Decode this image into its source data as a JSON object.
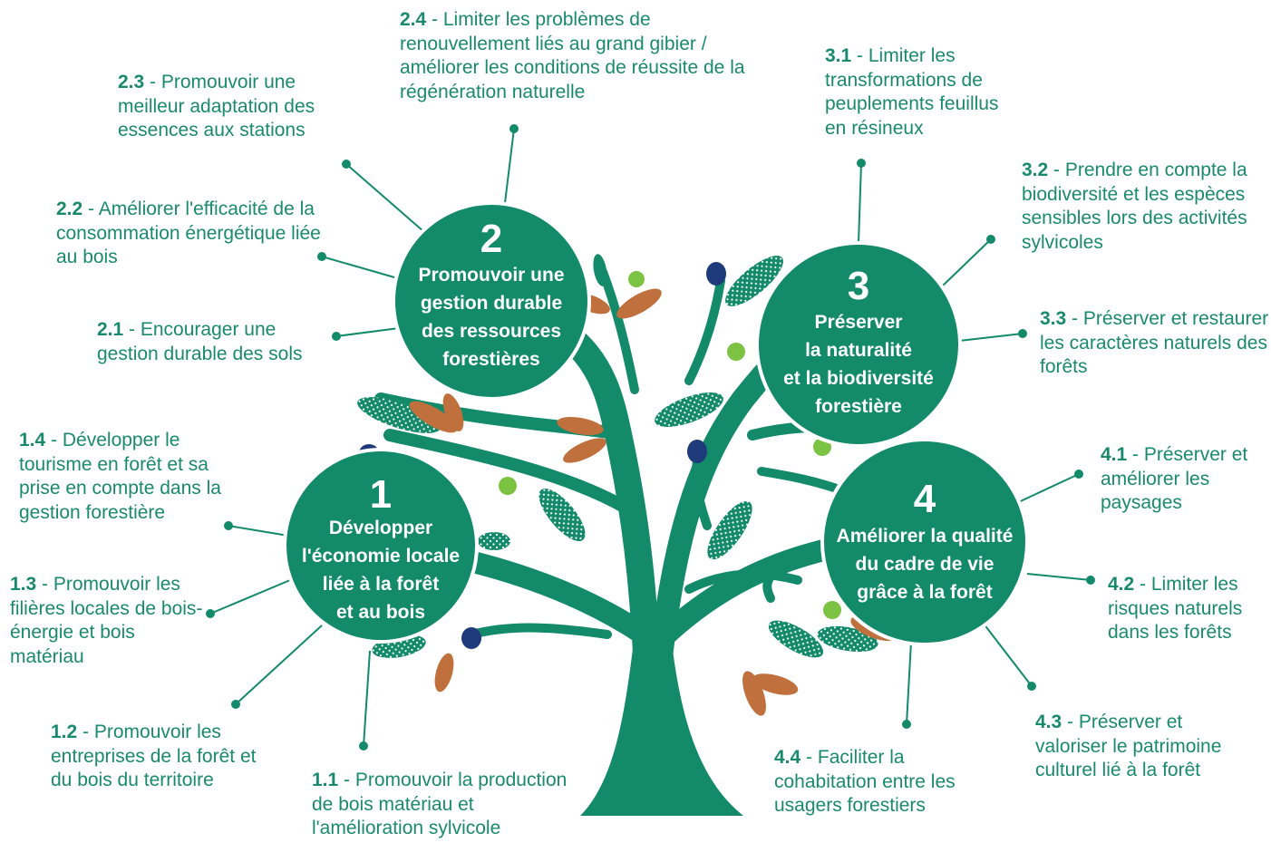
{
  "colors": {
    "green": "#138a6a",
    "text": "#1a8a6e",
    "brown": "#c0703c",
    "lime": "#7cc243",
    "navy": "#1f3a7a",
    "white": "#ffffff"
  },
  "axes": [
    {
      "num": "1",
      "lines": [
        "Développer",
        "l'économie locale",
        "liée à la forêt",
        "et au bois"
      ]
    },
    {
      "num": "2",
      "lines": [
        "Promouvoir une",
        "gestion durable",
        "des ressources",
        "forestières"
      ]
    },
    {
      "num": "3",
      "lines": [
        "Préserver",
        "la naturalité",
        "et la biodiversité",
        "forestière"
      ]
    },
    {
      "num": "4",
      "lines": [
        "Améliorer la qualité",
        "du cadre de vie",
        "grâce à la forêt"
      ]
    }
  ],
  "objectives": [
    {
      "code": "2.4",
      "text": "Limiter les problèmes de renouvellement liés au grand gibier / améliorer les conditions de réussite de la régénération naturelle"
    },
    {
      "code": "2.3",
      "text": "Promouvoir une meilleur adaptation des essences aux stations"
    },
    {
      "code": "2.2",
      "text": "Améliorer l'efficacité de la consommation énergétique liée au bois"
    },
    {
      "code": "2.1",
      "text": "Encourager une gestion durable des sols"
    },
    {
      "code": "3.1",
      "text": "Limiter les transformations de peuplements feuillus en résineux"
    },
    {
      "code": "3.2",
      "text": "Prendre en compte la biodiversité et les espèces sensibles lors des activités sylvicoles"
    },
    {
      "code": "3.3",
      "text": "Préserver et restaurer les caractères naturels des forêts"
    },
    {
      "code": "1.4",
      "text": "Développer le tourisme en forêt et sa prise en compte dans la gestion forestière"
    },
    {
      "code": "1.3",
      "text": "Promouvoir les filières locales de bois-énergie et bois matériau"
    },
    {
      "code": "1.2",
      "text": "Promouvoir les entreprises de la forêt et du bois du territoire"
    },
    {
      "code": "1.1",
      "text": "Promouvoir la production de bois matériau et l'amélioration sylvicole"
    },
    {
      "code": "4.1",
      "text": "Préserver et améliorer les paysages"
    },
    {
      "code": "4.2",
      "text": "Limiter les risques naturels dans les forêts"
    },
    {
      "code": "4.3",
      "text": "Préserver et valoriser le patrimoine culturel lié à la forêt"
    },
    {
      "code": "4.4",
      "text": "Faciliter la cohabitation entre les usagers forestiers"
    }
  ],
  "separator": " - "
}
